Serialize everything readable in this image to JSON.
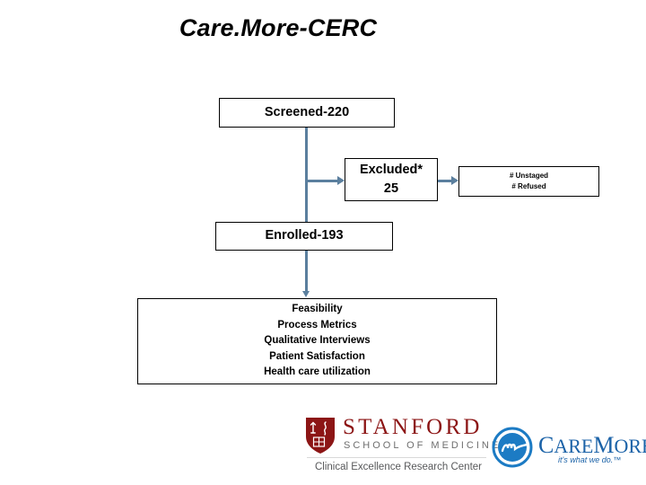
{
  "slide": {
    "title": "Care.More-CERC"
  },
  "flow": {
    "screened": {
      "label": "Screened-220"
    },
    "excluded": {
      "label": "Excluded*",
      "count": "25"
    },
    "reasons": {
      "line1": "# Unstaged",
      "line2": "# Refused"
    },
    "enrolled": {
      "label": "Enrolled-193"
    },
    "outcomes": {
      "items": [
        "Feasibility",
        "Process Metrics",
        "Qualitative Interviews",
        "Patient Satisfaction",
        "Health care utilization"
      ]
    }
  },
  "footer": {
    "stanford": {
      "wordmark": "STANFORD",
      "subtitle": "SCHOOL OF MEDICINE",
      "center": "Clinical Excellence Research Center",
      "shield_icon": "stanford-shield-icon",
      "brand_color": "#8C1515"
    },
    "caremore": {
      "wordmark_care": "C",
      "wordmark_are": "ARE",
      "wordmark_m": "M",
      "wordmark_ore": "ORE",
      "tagline": "it's what we do.™",
      "mark_icon": "caremore-circle-mark-icon",
      "brand_color": "#1c63a8"
    }
  },
  "connectors": {
    "color": "#5b7f9e"
  }
}
